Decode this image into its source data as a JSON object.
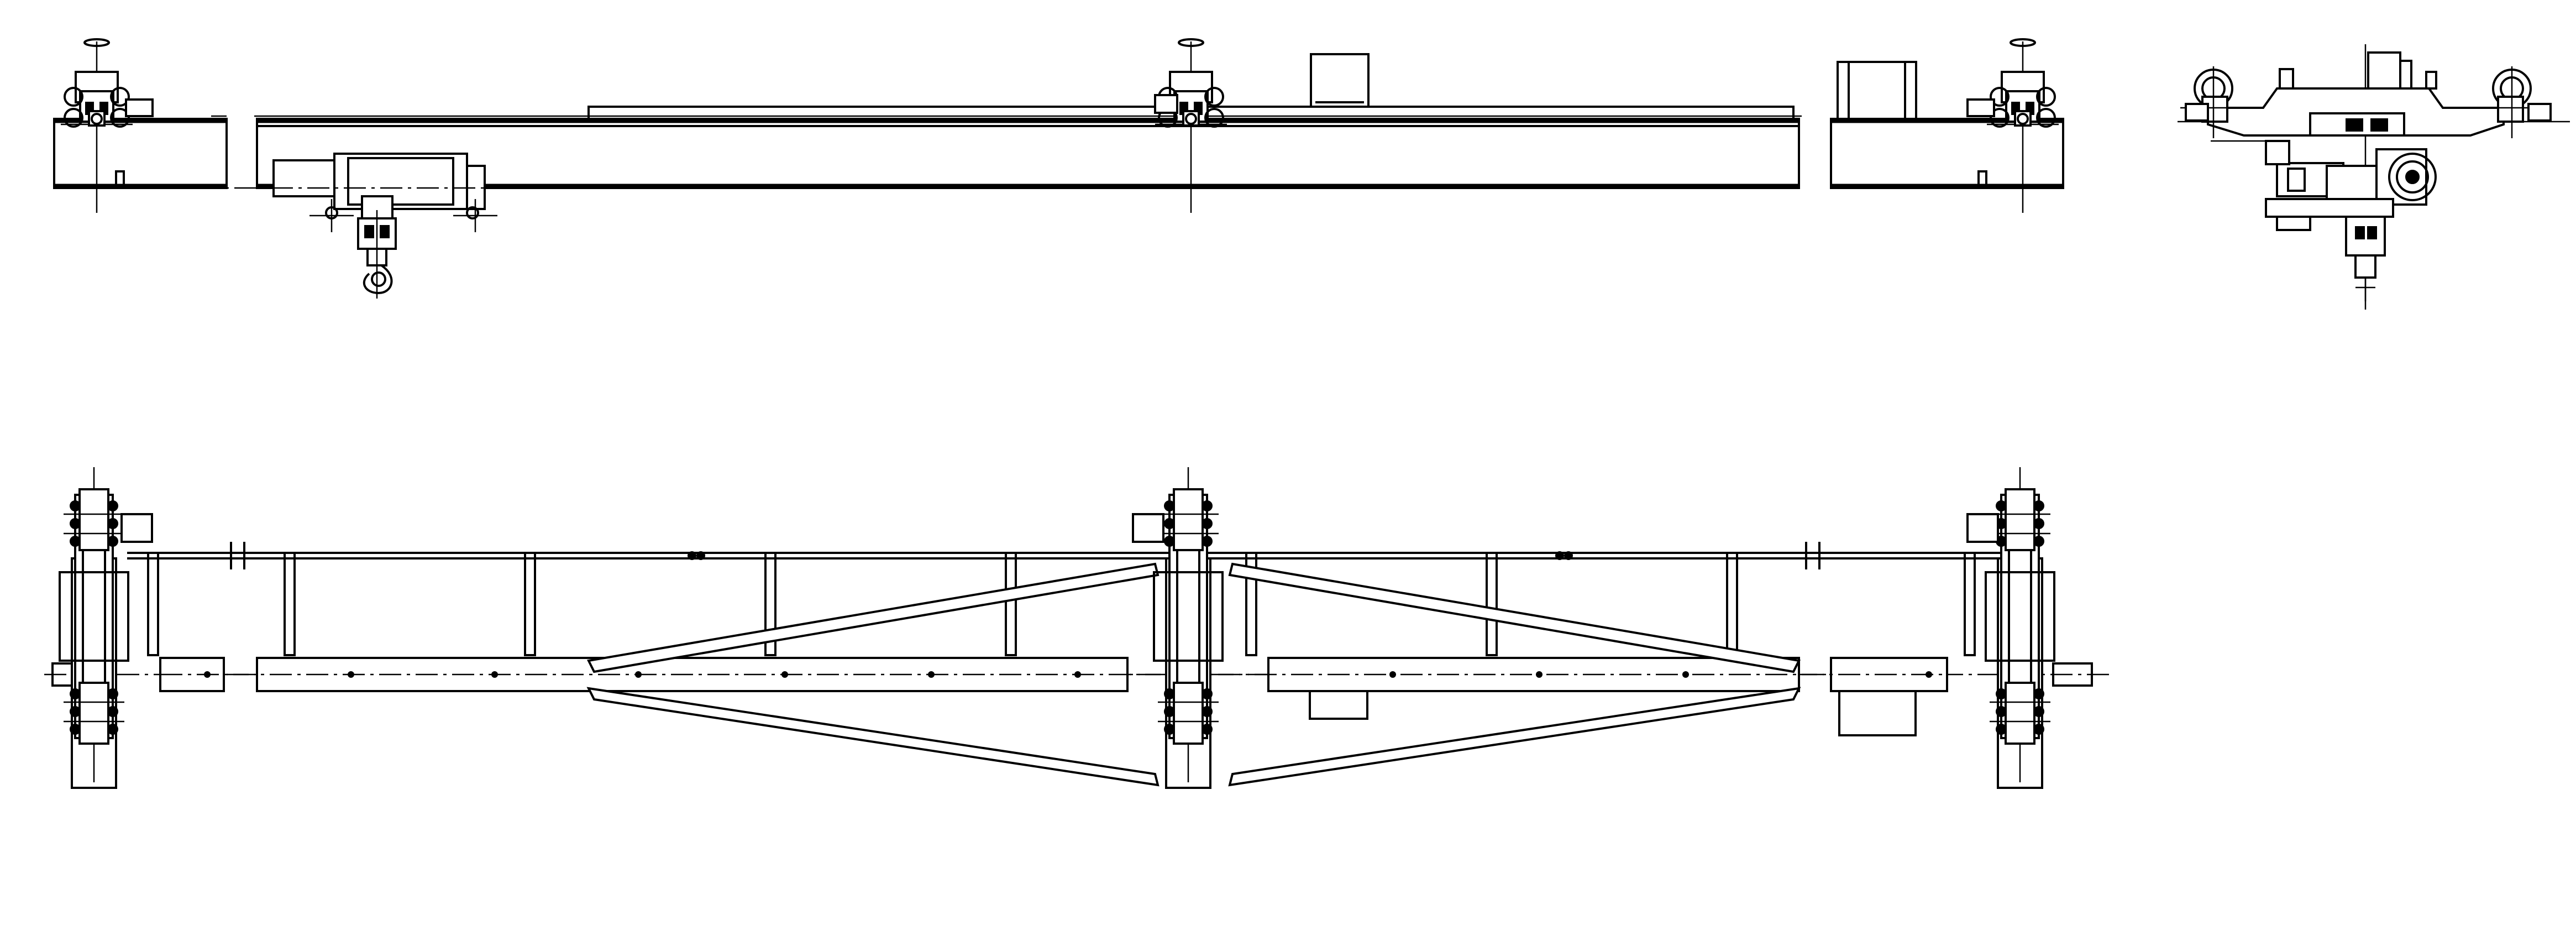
{
  "drawing": {
    "views": [
      "side-elevation",
      "end-view",
      "plan-view"
    ],
    "colors": {
      "line": "#000000",
      "background": "#ffffff"
    }
  }
}
